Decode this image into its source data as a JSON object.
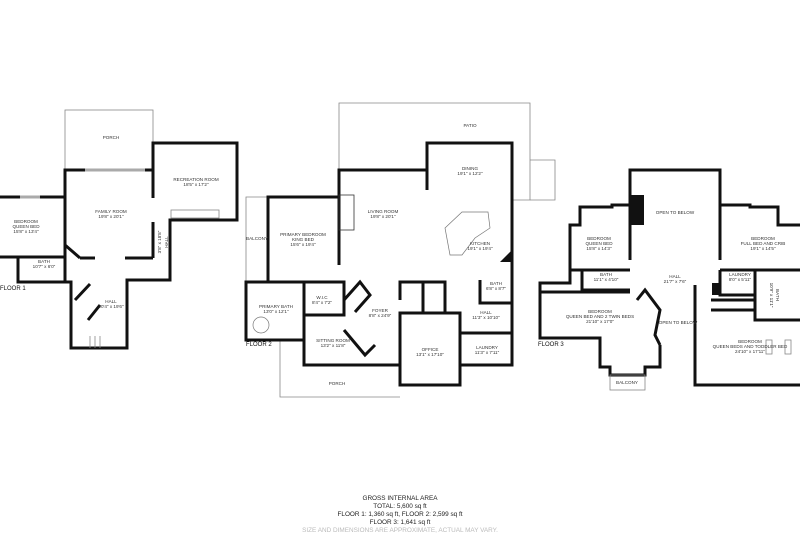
{
  "floors": {
    "floor1": {
      "label": "FLOOR 1",
      "rooms": [
        {
          "name": "PORCH",
          "dims": ""
        },
        {
          "name": "RECREATION ROOM",
          "dims": "18'5\" x 17'2\""
        },
        {
          "name": "FAMILY ROOM",
          "dims": "19'8\" x 20'1\""
        },
        {
          "name": "BEDROOM",
          "sub": "QUEEN BED",
          "dims": "15'8\" x 13'4\""
        },
        {
          "name": "BATH",
          "dims": "10'7\" x 6'0\""
        },
        {
          "name": "HALL",
          "dims": "20'4\" x 19'6\""
        },
        {
          "name": "HALL",
          "dims": "3'8\" x 18'8\""
        }
      ]
    },
    "floor2": {
      "label": "FLOOR 2",
      "rooms": [
        {
          "name": "PATIO",
          "dims": ""
        },
        {
          "name": "DINING",
          "dims": "19'1\" x 12'2\""
        },
        {
          "name": "LIVING ROOM",
          "dims": "19'8\" x 20'1\""
        },
        {
          "name": "PRIMARY BEDROOM",
          "sub": "KING BED",
          "dims": "15'6\" x 19'4\""
        },
        {
          "name": "BALCONY",
          "dims": ""
        },
        {
          "name": "KITCHEN",
          "dims": "19'1\" x 19'4\""
        },
        {
          "name": "BATH",
          "dims": "6'8\" x 8'7\""
        },
        {
          "name": "W.I.C",
          "dims": "8'4\" x 7'2\""
        },
        {
          "name": "PRIMARY BATH",
          "dims": "13'0\" x 12'1\""
        },
        {
          "name": "FOYER",
          "dims": "8'8\" x 24'9\""
        },
        {
          "name": "HALL",
          "dims": "11'3\" x 10'10\""
        },
        {
          "name": "SITTING ROOM",
          "dims": "13'2\" x 11'8\""
        },
        {
          "name": "OFFICE",
          "dims": "13'1\" x 17'10\""
        },
        {
          "name": "LAUNDRY",
          "dims": "11'3\" x 7'11\""
        },
        {
          "name": "PORCH",
          "dims": ""
        }
      ]
    },
    "floor3": {
      "label": "FLOOR 3",
      "rooms": [
        {
          "name": "OPEN TO BELOW",
          "dims": ""
        },
        {
          "name": "BEDROOM",
          "sub": "QUEEN BED",
          "dims": "15'8\" x 14'3\""
        },
        {
          "name": "BEDROOM",
          "sub": "FULL BED AND CRIB",
          "dims": "19'1\" x 14'5\""
        },
        {
          "name": "BATH",
          "dims": "11'1\" x 4'10\""
        },
        {
          "name": "HALL",
          "dims": "21'7\" x 7'6\""
        },
        {
          "name": "LAUNDRY",
          "dims": "8'0\" x 5'11\""
        },
        {
          "name": "BATH",
          "dims": "10'9\" x 11'1\""
        },
        {
          "name": "BEDROOM",
          "sub": "QUEEN BED AND 2 TWIN BEDS",
          "dims": "21'10\" x 17'0\""
        },
        {
          "name": "OPEN TO BELOW",
          "dims": ""
        },
        {
          "name": "BEDROOM",
          "sub": "QUEEN BEDS AND TODDLER BED",
          "dims": "24'10\" x 17'11\""
        },
        {
          "name": "BALCONY",
          "dims": ""
        }
      ]
    }
  },
  "footer": {
    "title": "GROSS INTERNAL AREA",
    "total": "TOTAL: 5,600 sq ft",
    "floors12": "FLOOR 1: 1,360 sq ft, FLOOR 2: 2,599 sq ft",
    "floor3": "FLOOR 3: 1,641 sq ft",
    "note": "SIZE AND DIMENSIONS ARE APPROXIMATE, ACTUAL MAY VARY."
  },
  "colors": {
    "walls": "#111111",
    "outline": "#888888",
    "note": "#bbbbbb"
  }
}
